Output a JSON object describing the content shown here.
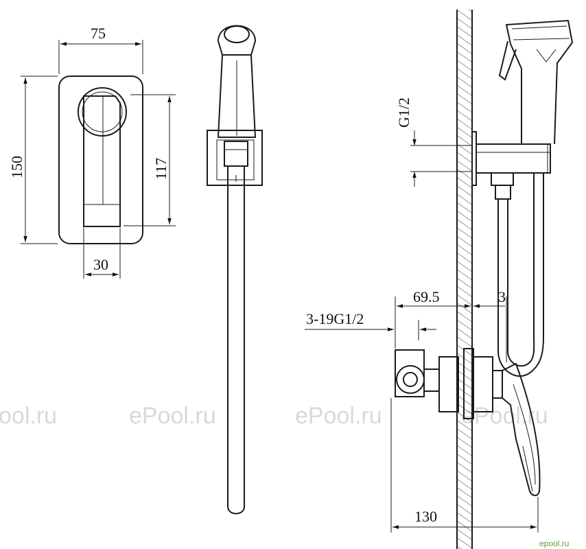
{
  "dimensions": {
    "width_75": "75",
    "height_150": "150",
    "height_117": "117",
    "width_30": "30",
    "thread_g12": "G1/2",
    "depth_69_5": "69.5",
    "offset_3": "3",
    "thread_3_19": "3-19G1/2",
    "depth_130": "130"
  },
  "watermark": {
    "text_1": "ool.ru",
    "text_2": "ePool.ru",
    "text_3": "ePool.ru",
    "text_4": "ePool.ru"
  },
  "logo": {
    "text": "epool.ru",
    "color_green": "#5aa02c",
    "color_red": "#d12a2a"
  }
}
